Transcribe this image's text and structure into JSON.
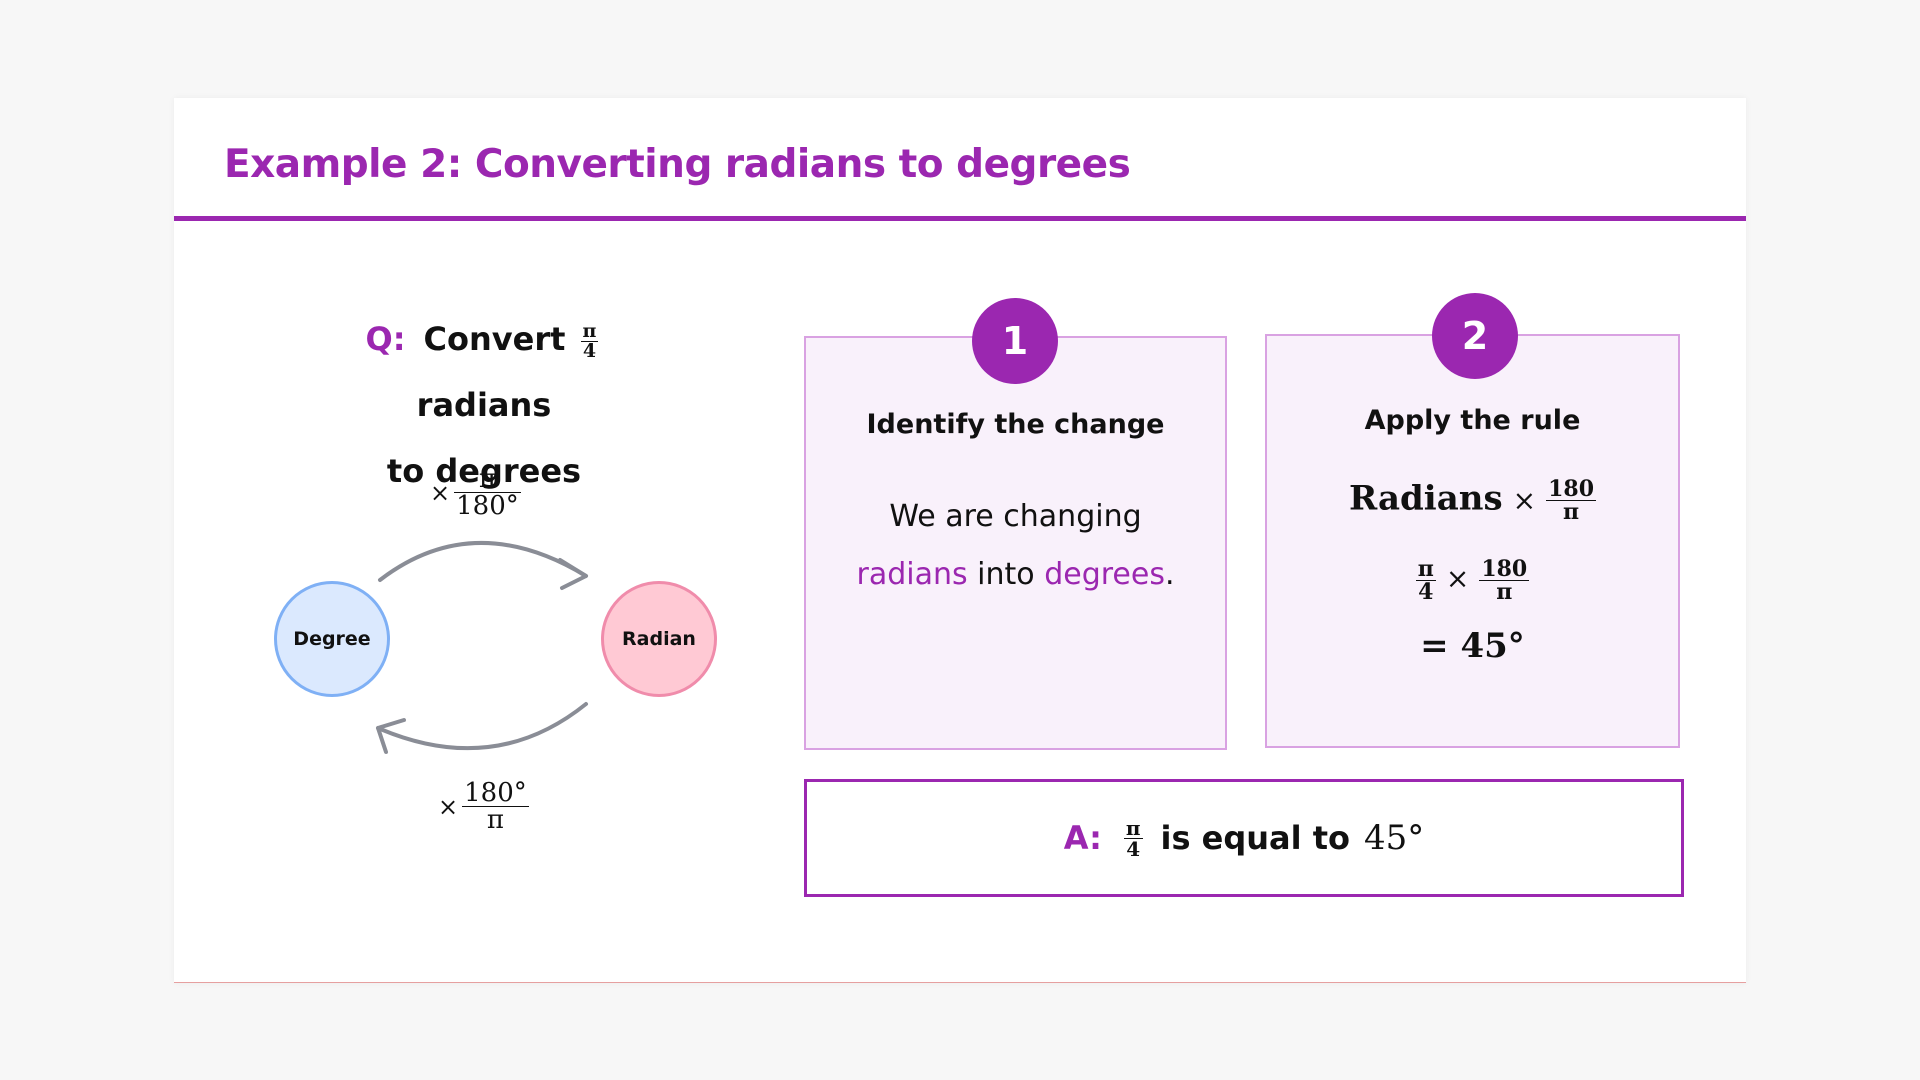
{
  "title": "Example 2: Converting radians to degrees",
  "question": {
    "label": "Q:",
    "prefix": "Convert",
    "frac_num": "π",
    "frac_den": "4",
    "suffix": "radians",
    "line2": "to degrees"
  },
  "diagram": {
    "left_circle": "Degree",
    "right_circle": "Radian",
    "top_multiplier": {
      "times": "×",
      "num": "π",
      "den": "180°"
    },
    "bottom_multiplier": {
      "times": "×",
      "num": "180°",
      "den": "π"
    },
    "colors": {
      "degree_fill": "#dbe9fe",
      "degree_border": "#7fb0f5",
      "radian_fill": "#ffc9d4",
      "radian_border": "#f08cab",
      "arrow": "#8a8d96"
    }
  },
  "step1": {
    "number": "1",
    "heading": "Identify the change",
    "text_part1": "We are changing",
    "word_radians": "radians",
    "word_into": "into",
    "word_degrees": "degrees",
    "period": "."
  },
  "step2": {
    "number": "2",
    "heading": "Apply the rule",
    "rule_word": "Radians",
    "times": "×",
    "rule_num": "180",
    "rule_den": "π",
    "calc_num1": "π",
    "calc_den1": "4",
    "calc_num2": "180",
    "calc_den2": "π",
    "result": "= 45°"
  },
  "answer": {
    "label": "A:",
    "frac_num": "π",
    "frac_den": "4",
    "text": "is equal to",
    "value": "45°"
  },
  "colors": {
    "accent": "#9b27b0",
    "card_bg": "#f9f1fb",
    "card_border": "#d9a2e2"
  }
}
